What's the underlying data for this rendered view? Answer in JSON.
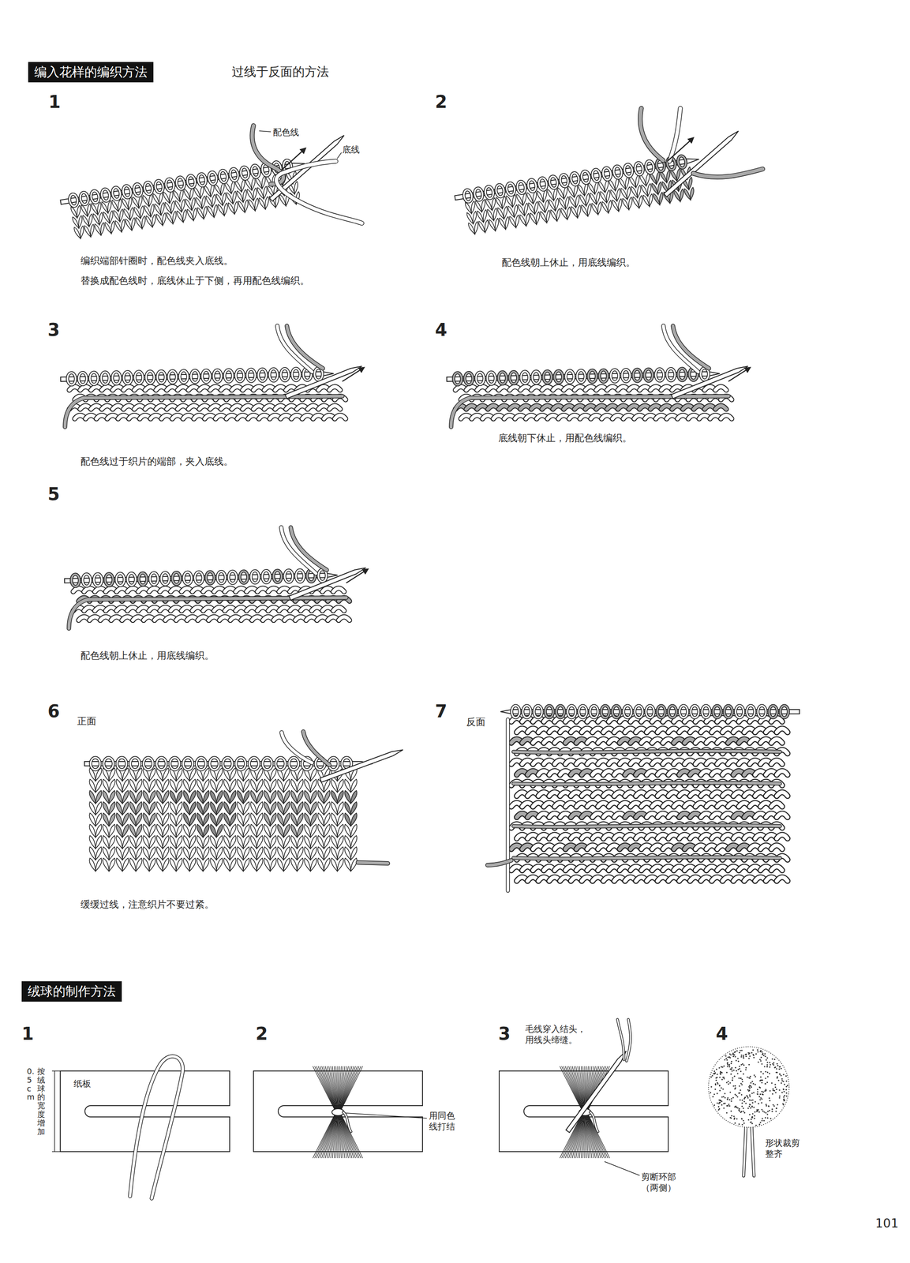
{
  "diagram": {
    "nodes": [
      {
        "text": [
          "编入花样的编织方法"
        ]
      },
      {
        "text": [
          "绒球的制作方法"
        ]
      }
    ],
    "labels": [
      "过线于反面的方法",
      "1",
      "2",
      "配色线",
      "底线",
      "编织端部针圈时，配色线夹入底线。",
      "替换成配色线时，底线休止于下侧，再用配色线编织。",
      "配色线朝上休止，用底线编织。",
      "3",
      "4",
      "底线朝下休止，用配色线编织。",
      "配色线过于织片的端部，夹入底线。",
      "5",
      "配色线朝上休止，用底线编织。",
      "6",
      "正面",
      "7",
      "反面",
      "缓缓过线，注意织片不要过紧。",
      "1",
      "2",
      "3",
      "毛线穿入结头，用线头缔缝。",
      "4",
      "0.5cm",
      "按绒球的宽度增加",
      "纸板",
      "用同色线打结",
      "剪断环部（两侧）",
      "形状裁剪整齐",
      "101"
    ]
  }
}
